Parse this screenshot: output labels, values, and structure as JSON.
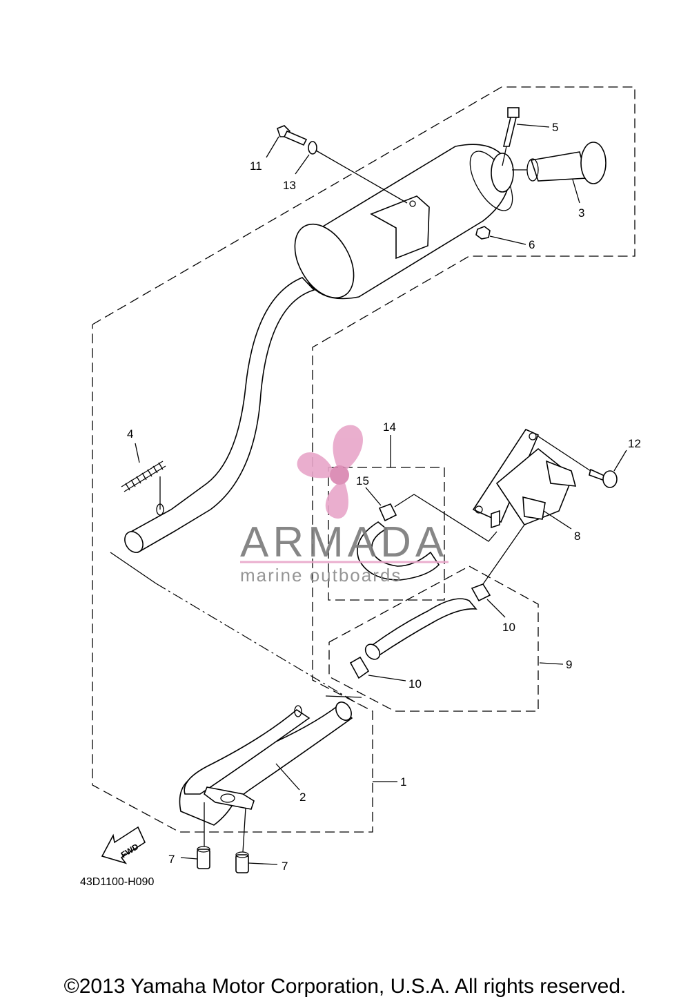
{
  "diagram": {
    "drawing_code": "43D1100-H090",
    "fwd_label": "FWD",
    "callouts": {
      "c1": "1",
      "c2": "2",
      "c3": "3",
      "c4": "4",
      "c5": "5",
      "c6": "6",
      "c7a": "7",
      "c7b": "7",
      "c8": "8",
      "c9": "9",
      "c10a": "10",
      "c10b": "10",
      "c11": "11",
      "c12": "12",
      "c13": "13",
      "c14": "14",
      "c15": "15"
    }
  },
  "watermark": {
    "brand": "ARMADA",
    "tagline": "marine outboards",
    "colors": {
      "propeller": "#e8a6c9",
      "text": "#7a7a7a",
      "underline": "#e8a6c9"
    }
  },
  "footer": {
    "copyright": "©2013 Yamaha Motor Corporation, U.S.A. All rights reserved."
  }
}
